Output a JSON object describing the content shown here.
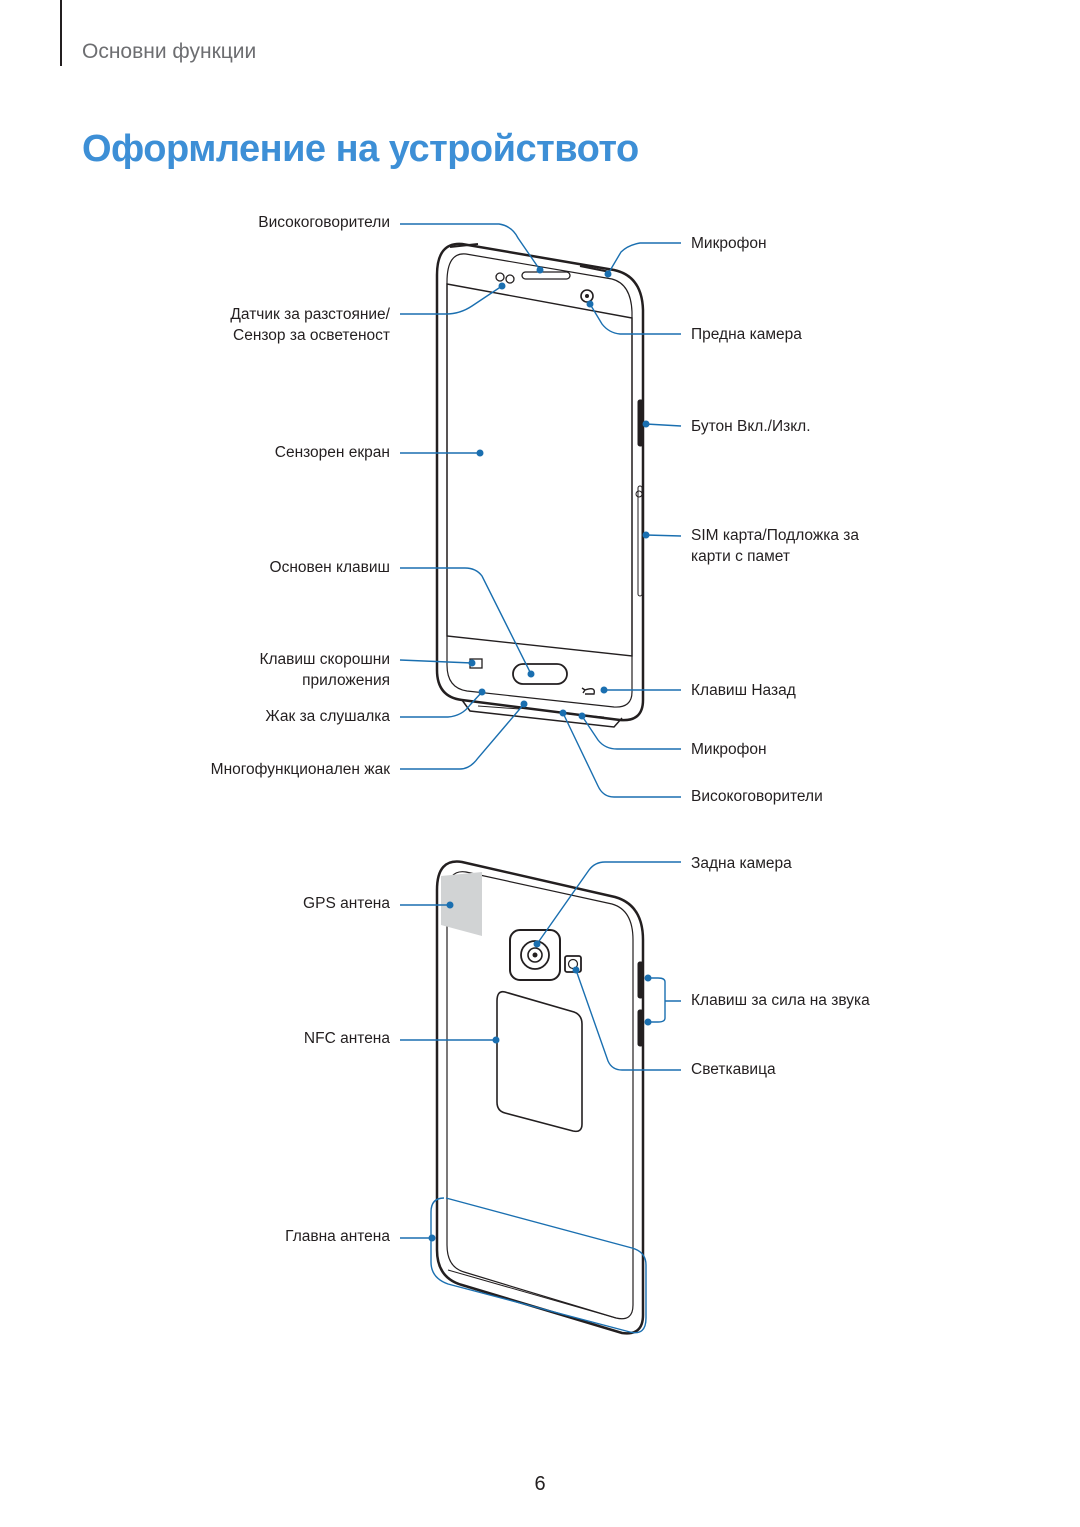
{
  "header": {
    "section": "Основни функции",
    "title": "Оформление на устройството"
  },
  "front": {
    "left_labels": [
      "Високоговорители",
      "Датчик за разстояние/\nСензор за осветеност",
      "Сензорен екран",
      "Основен клавиш",
      "Клавиш скорошни\nприложения",
      "Жак за слушалка",
      "Многофункционален жак"
    ],
    "right_labels": [
      "Микрофон",
      "Предна камера",
      "Бутон Вкл./Изкл.",
      "SIM карта/Подложка за\nкарти с памет",
      "Клавиш Назад",
      "Микрофон",
      "Високоговорители"
    ]
  },
  "back": {
    "left_labels": [
      "GPS антена",
      "NFC антена",
      "Главна антена"
    ],
    "right_labels": [
      "Задна камера",
      "Клавиш за сила на звука",
      "Светкавица"
    ]
  },
  "colors": {
    "accent": "#3d8fd6",
    "callout": "#1a6fb0",
    "text": "#231f20"
  },
  "footer": {
    "page_number": "6"
  }
}
